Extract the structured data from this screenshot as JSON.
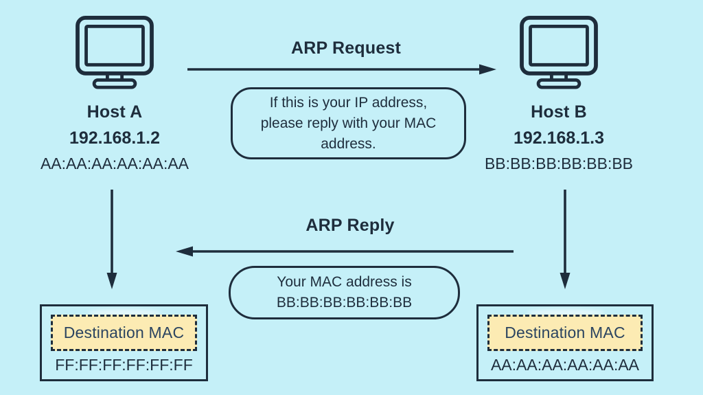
{
  "colors": {
    "background": "#c5f0f8",
    "ink": "#1e2d3c",
    "highlight_bg": "#fcebb3",
    "highlight_text": "#2b4460"
  },
  "hosts": {
    "a": {
      "name": "Host A",
      "ip": "192.168.1.2",
      "mac": "AA:AA:AA:AA:AA:AA"
    },
    "b": {
      "name": "Host B",
      "ip": "192.168.1.3",
      "mac": "BB:BB:BB:BB:BB:BB"
    }
  },
  "request": {
    "label": "ARP Request",
    "lines": [
      "If this is your IP address,",
      "please reply with your MAC",
      "address."
    ]
  },
  "reply": {
    "label": "ARP Reply",
    "lines": [
      "Your MAC address is",
      "BB:BB:BB:BB:BB:BB"
    ]
  },
  "tables": {
    "a": {
      "field_label": "Destination MAC",
      "value": "FF:FF:FF:FF:FF:FF"
    },
    "b": {
      "field_label": "Destination MAC",
      "value": "AA:AA:AA:AA:AA:AA"
    }
  }
}
